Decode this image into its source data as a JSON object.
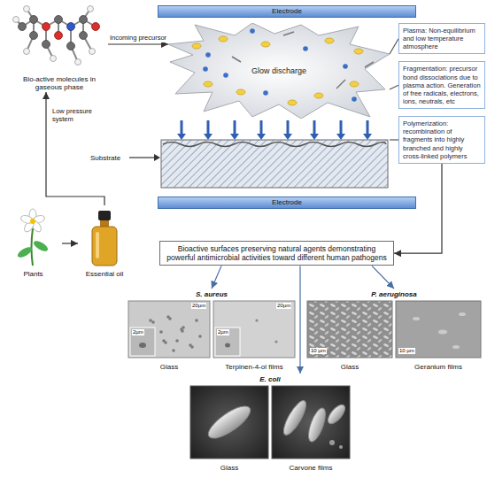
{
  "diagram": {
    "nodes": [
      {
        "text": [
          "Electrode"
        ]
      },
      {
        "text": [
          "Bio-active molecules in gaseous phase"
        ]
      },
      {
        "text": [
          "Glow discharge"
        ]
      },
      {
        "text": [
          "Plasma: Non-equilibrium and low temperature atmosphere"
        ]
      },
      {
        "text": [
          "Fragmentation: precursor bond dissociations due to plasma action. Generation of free radicals, electrons, ions, neutrals, etc"
        ]
      },
      {
        "text": [
          "Substrate"
        ]
      },
      {
        "text": [
          "Polymerization: recombination of fragments into highly branched and highly cross-linked polymers"
        ]
      },
      {
        "text": [
          "Electrode"
        ]
      },
      {
        "text": [
          "Plants"
        ]
      },
      {
        "text": [
          "Essential oil"
        ]
      },
      {
        "text": [
          "Bioactive surfaces preserving natural agents demonstrating powerful antimicrobial activities toward different human pathogens"
        ]
      },
      {
        "text": [
          "S. aureus"
        ]
      },
      {
        "text": [
          "Glass"
        ],
        "in": 11
      },
      {
        "text": [
          "Terpinen-4-ol films"
        ],
        "in": 11
      },
      {
        "text": [
          "P. aeruginosa"
        ]
      },
      {
        "text": [
          "Glass"
        ],
        "in": 14
      },
      {
        "text": [
          "Geranium films"
        ],
        "in": 14
      },
      {
        "text": [
          "E. coli"
        ]
      },
      {
        "text": [
          "Glass"
        ],
        "in": 17
      },
      {
        "text": [
          "Carvone films"
        ],
        "in": 17
      }
    ],
    "edges": [
      {
        "from": 8,
        "to": 9,
        "arrow": "to"
      },
      {
        "from": 9,
        "to": 1,
        "label": "Low pressure system",
        "arrow": "to"
      },
      {
        "from": 1,
        "to": 2,
        "label": "Incoming precursor",
        "arrow": "to"
      },
      {
        "from": 3,
        "to": 2,
        "arrow": "none"
      },
      {
        "from": 4,
        "to": 2,
        "arrow": "none"
      },
      {
        "from": 6,
        "to": 5,
        "arrow": "none"
      },
      {
        "from": 6,
        "to": 10,
        "arrow": "to"
      },
      {
        "from": 10,
        "to": 11,
        "arrow": "to"
      },
      {
        "from": 10,
        "to": 14,
        "arrow": "to"
      },
      {
        "from": 10,
        "to": 17,
        "arrow": "to"
      }
    ],
    "labels": [
      "20µm",
      "20µm",
      "2µm",
      "2µm",
      "10 µm",
      "10 µm"
    ]
  }
}
